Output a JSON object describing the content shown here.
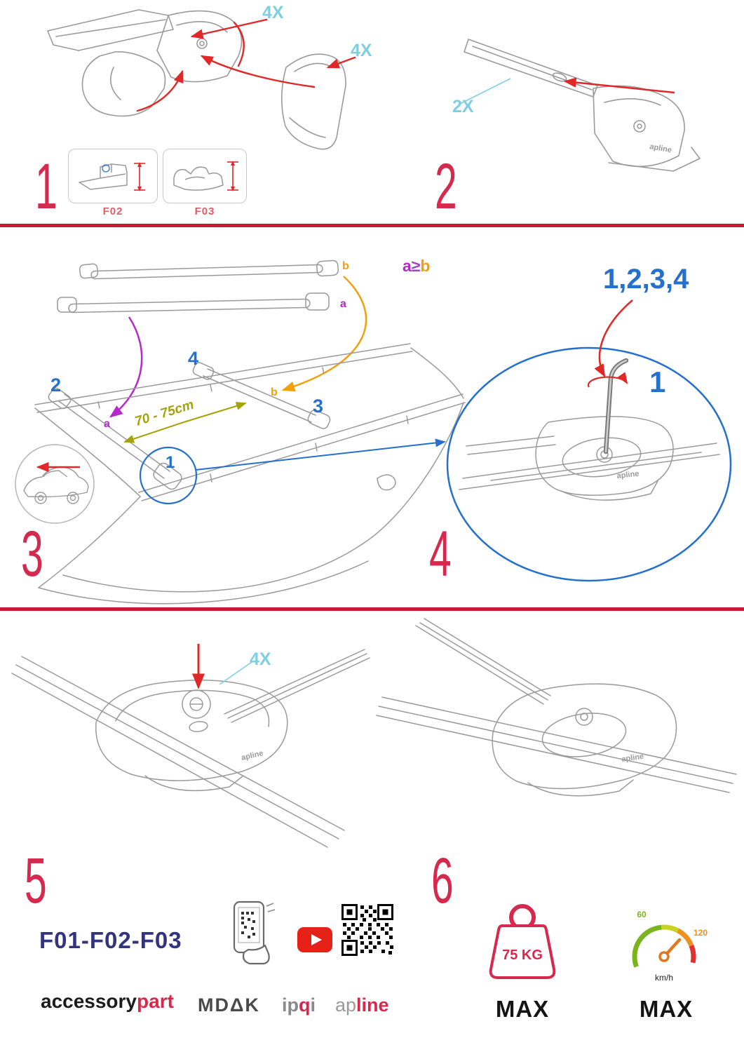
{
  "colors": {
    "step_red": "#d5294d",
    "arrow_red": "#e02828",
    "qty_cyan": "#7ecfdf",
    "marker_blue": "#2470cc",
    "marker_purple": "#b429c8",
    "marker_orange": "#f0a010",
    "distance_olive": "#a3a30a",
    "models_navy": "#34347e",
    "divider_red": "#c21b33",
    "youtube_red": "#e62117",
    "gauge_green": "#7cb420",
    "gauge_orange": "#f09020"
  },
  "step1": {
    "number": "1",
    "qty_top": "4X",
    "qty_side": "4X",
    "part_left": "F02",
    "part_right": "F03"
  },
  "step2": {
    "number": "2",
    "qty": "2X"
  },
  "step3": {
    "number": "3",
    "sketch_bar_b_label": "b",
    "sketch_bar_a_label": "a",
    "formula_a": "a",
    "formula_op": "≥",
    "formula_b": "b",
    "pos_1": "1",
    "pos_2": "2",
    "pos_3": "3",
    "pos_4": "4",
    "roof_a_label": "a",
    "roof_b_label": "b",
    "distance": "70 - 75cm"
  },
  "step4": {
    "number": "4",
    "sequence": "1,2,3,4",
    "first": "1"
  },
  "step5": {
    "number": "5",
    "qty": "4X"
  },
  "step6": {
    "number": "6"
  },
  "branding": {
    "models": "F01-F02-F03",
    "accessory": "accessory",
    "part": "part",
    "mdak": "MDΔK",
    "ip": "ip",
    "q": "q",
    "i": "i",
    "ap": "ap",
    "line": "line",
    "foot_logo": "apline"
  },
  "limits": {
    "weight_value": "75 KG",
    "weight_max": "MAX",
    "speed_low": "60",
    "speed_high": "120",
    "speed_unit": "km/h",
    "speed_max": "MAX"
  }
}
